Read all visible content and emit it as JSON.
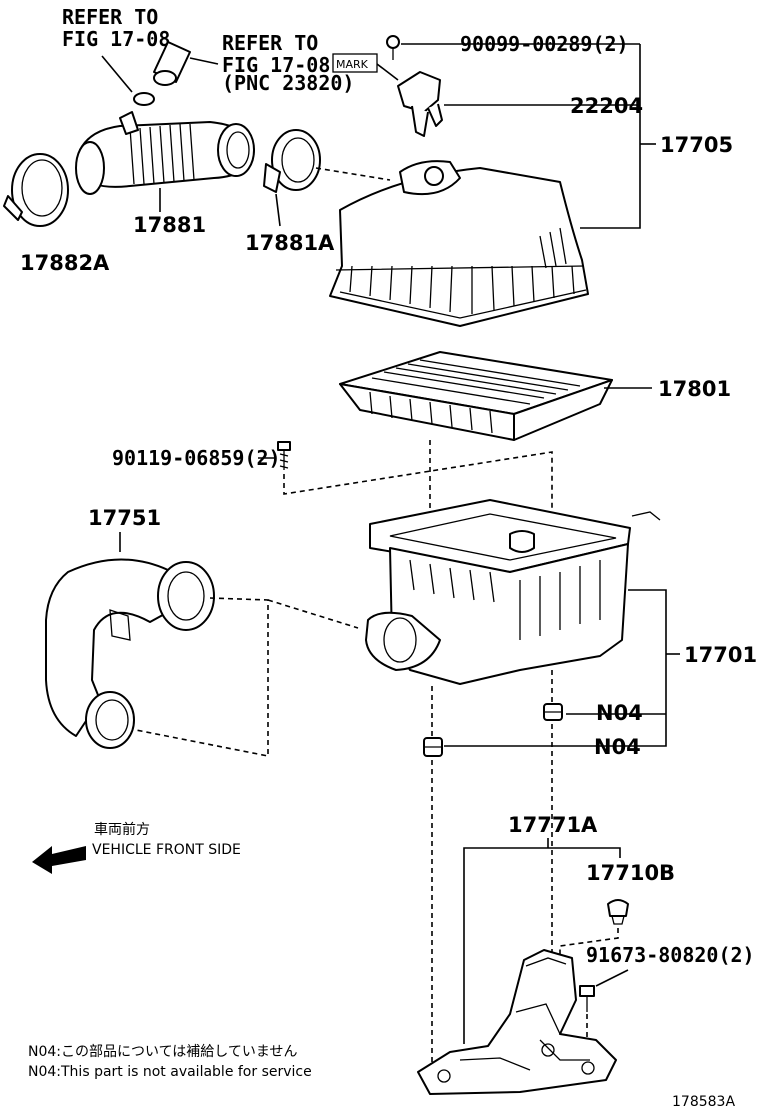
{
  "refs": {
    "refer1_line1": "REFER TO",
    "refer1_line2": "FIG 17-08",
    "refer2_line1": "REFER TO",
    "refer2_line2": "FIG 17-08",
    "refer2_line3": "(PNC 23820)"
  },
  "mark_label": "MARK",
  "parts": {
    "p90099": "90099-00289(2)",
    "p22204": "22204",
    "p17705": "17705",
    "p17881": "17881",
    "p17881A": "17881A",
    "p17882A": "17882A",
    "p17801": "17801",
    "p90119": "90119-06859(2)",
    "p17751": "17751",
    "p17701": "17701",
    "n04a": "N04",
    "n04b": "N04",
    "p17771A": "17771A",
    "p17710B": "17710B",
    "p91673": "91673-80820(2)"
  },
  "direction": {
    "jp": "車両前方",
    "en": "VEHICLE FRONT SIDE"
  },
  "notes": {
    "jp": "N04:この部品については補給していません",
    "en": "N04:This part is not available for service"
  },
  "figure_id": "178583A"
}
